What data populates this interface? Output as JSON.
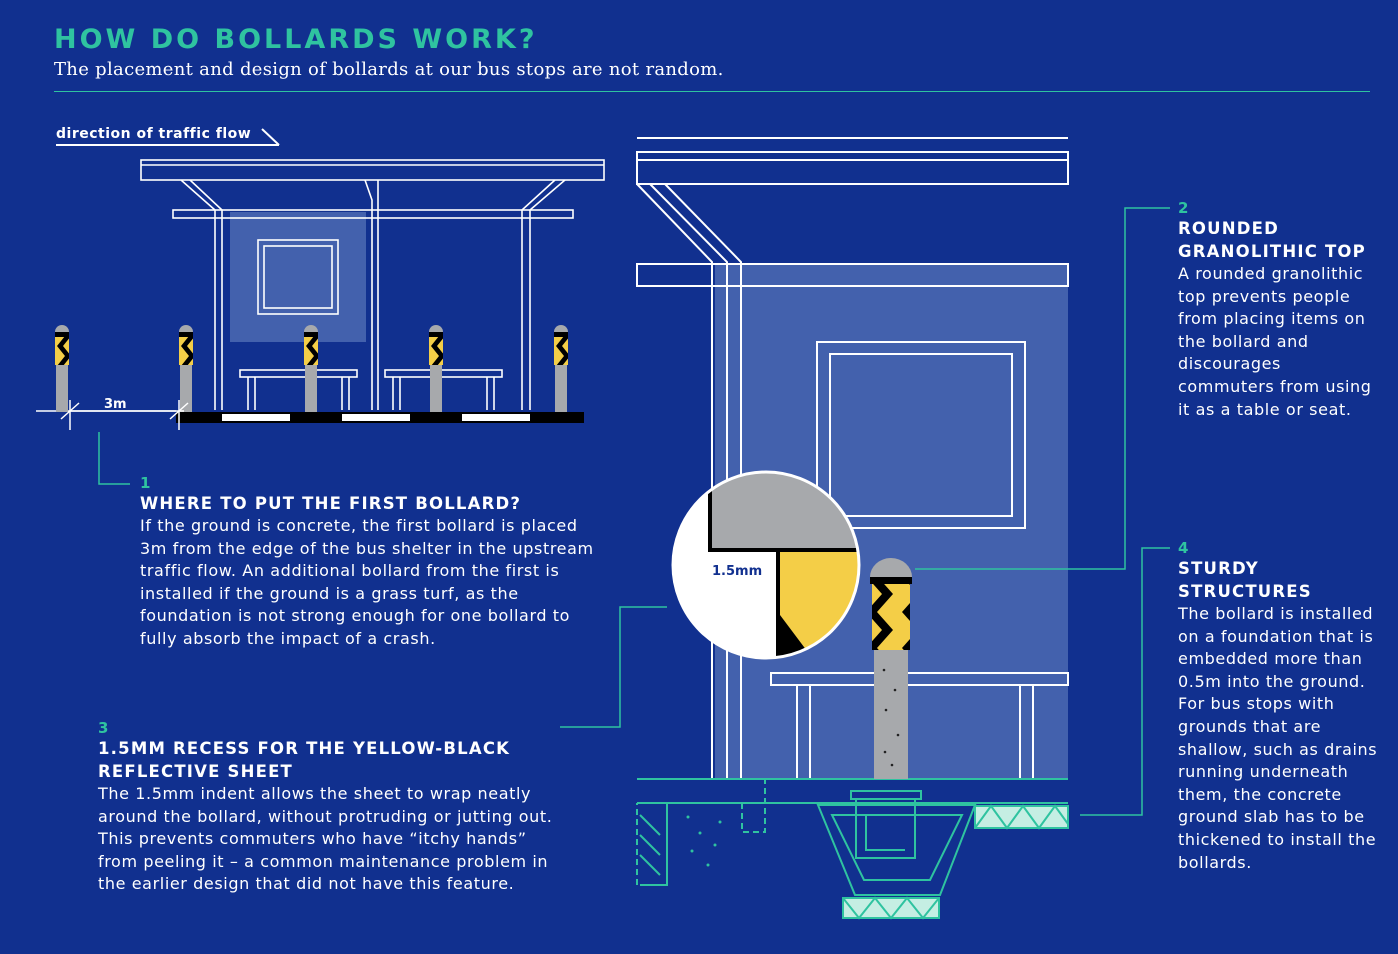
{
  "header": {
    "title": "HOW DO BOLLARDS WORK?",
    "subtitle": "The placement and design of bollards at our bus stops are not random."
  },
  "diagram": {
    "traffic_label": "direction of traffic flow",
    "distance_label": "3m",
    "recess_label": "1.5mm"
  },
  "notes": [
    {
      "number": "1",
      "heading": "WHERE TO PUT THE FIRST BOLLARD?",
      "body": "If the ground is concrete, the first bollard is placed 3m from the edge of the bus shelter in the upstream traffic flow. An additional bollard from the first is installed if the ground is a grass turf, as the foundation is not strong enough for one bollard to fully absorb the impact of a crash."
    },
    {
      "number": "2",
      "heading": "ROUNDED GRANOLITHIC TOP",
      "body": "A rounded granolithic top prevents people from placing items on the bollard and discourages commuters from using it as a table or seat."
    },
    {
      "number": "3",
      "heading": "1.5MM RECESS FOR THE YELLOW-BLACK REFLECTIVE SHEET",
      "body": "The 1.5mm indent allows the sheet to wrap neatly around the bollard, without protruding or jutting out. This prevents commuters who have “itchy hands” from peeling it – a common maintenance problem in the earlier design that did not have this feature."
    },
    {
      "number": "4",
      "heading": "STURDY STRUCTURES",
      "body": "The bollard is installed on a foundation that is embedded more than 0.5m into the ground. For bus stops with grounds that are shallow, such as drains running underneath them, the concrete ground slab has to be thickened to install the bollards."
    }
  ],
  "colors": {
    "background": "#11308f",
    "accent": "#2fc3a0",
    "panel": "#4361ad",
    "yellow": "#f4ce47",
    "concrete": "#a7a9ac"
  }
}
